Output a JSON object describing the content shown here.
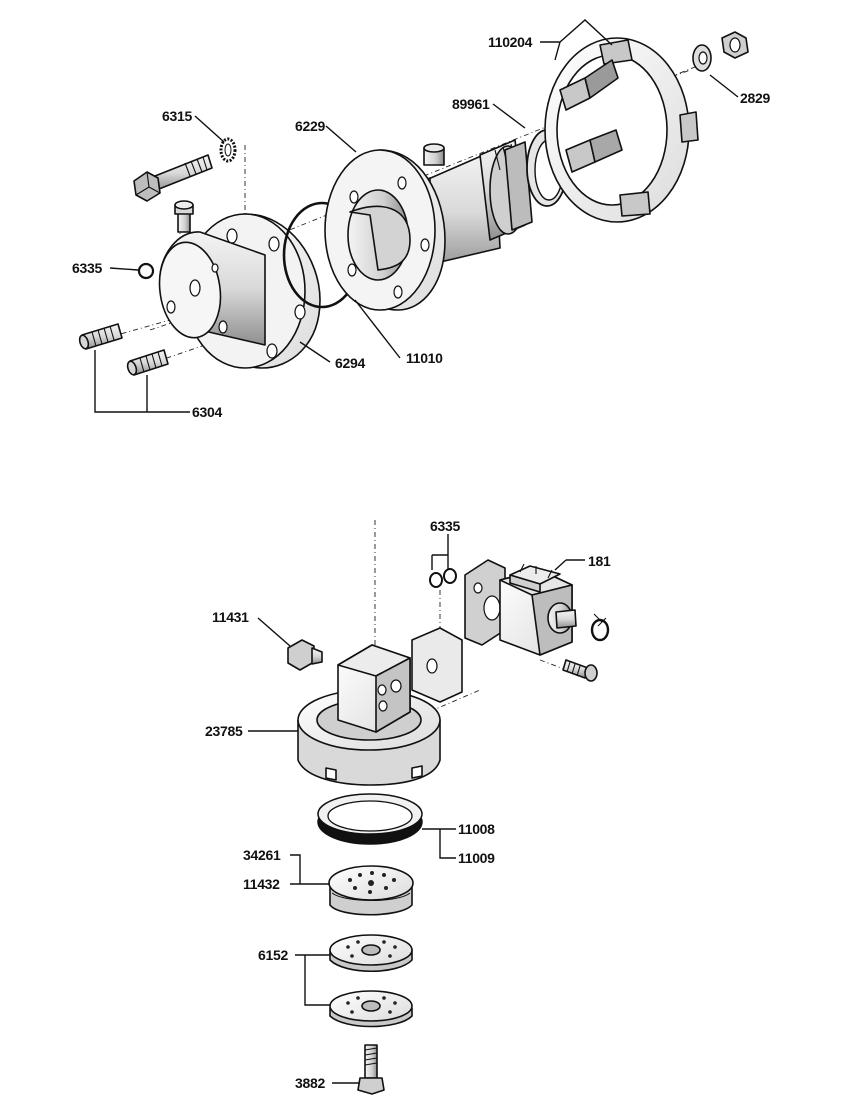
{
  "callouts": {
    "c110204": "110204",
    "c2829": "2829",
    "c89961": "89961",
    "c6315": "6315",
    "c6229": "6229",
    "c6335_top": "6335",
    "c6294": "6294",
    "c11010": "11010",
    "c6304": "6304",
    "c6335_bottom": "6335",
    "c181": "181",
    "c11431": "11431",
    "c23785": "23785",
    "c11008": "11008",
    "c11009": "11009",
    "c34261": "34261",
    "c11432": "11432",
    "c6152": "6152",
    "c3882": "3882"
  },
  "colors": {
    "ink": "#111111",
    "fill_light": "#e6e6e6",
    "fill_mid": "#c9c9c9",
    "fill_dark": "#9a9a9a",
    "paper": "#ffffff"
  }
}
